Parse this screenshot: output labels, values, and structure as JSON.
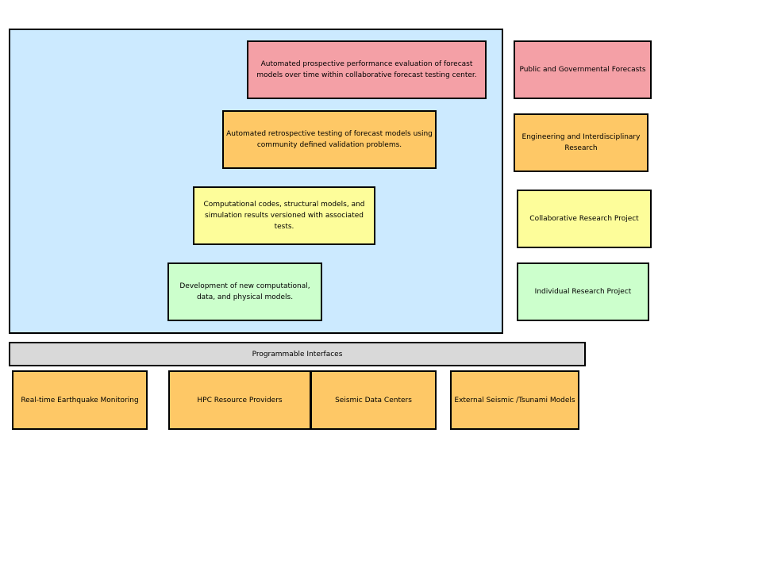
{
  "colors": {
    "panel_fill": "#cceaff",
    "red_fill": "#f4a0a6",
    "orange_fill": "#fec866",
    "yellow_fill": "#fdfd9a",
    "green_fill": "#ccffcc",
    "interface_fill": "#d9d9d9",
    "border": "#000000"
  },
  "platform_panel": {
    "tiers": [
      {
        "text": "Automated prospective performance evaluation of forecast models over time within collaborative forecast testing center."
      },
      {
        "text": "Automated retrospective testing of forecast models using community defined validation problems."
      },
      {
        "text": "Computational codes, structural models, and simulation results versioned with associated tests."
      },
      {
        "text": "Development of new computational, data, and physical models."
      }
    ]
  },
  "user_levels": [
    {
      "text": "Public and Governmental Forecasts"
    },
    {
      "text": "Engineering and Interdisciplinary Research"
    },
    {
      "text": "Collaborative Research Project"
    },
    {
      "text": "Individual Research Project"
    }
  ],
  "interfaces": {
    "text": "Programmable Interfaces"
  },
  "external_resources": [
    {
      "text": "Real-time Earthquake Monitoring"
    },
    {
      "text": "HPC Resource Providers"
    },
    {
      "text": "Seismic Data Centers"
    },
    {
      "text": "External Seismic /Tsunami Models"
    }
  ]
}
